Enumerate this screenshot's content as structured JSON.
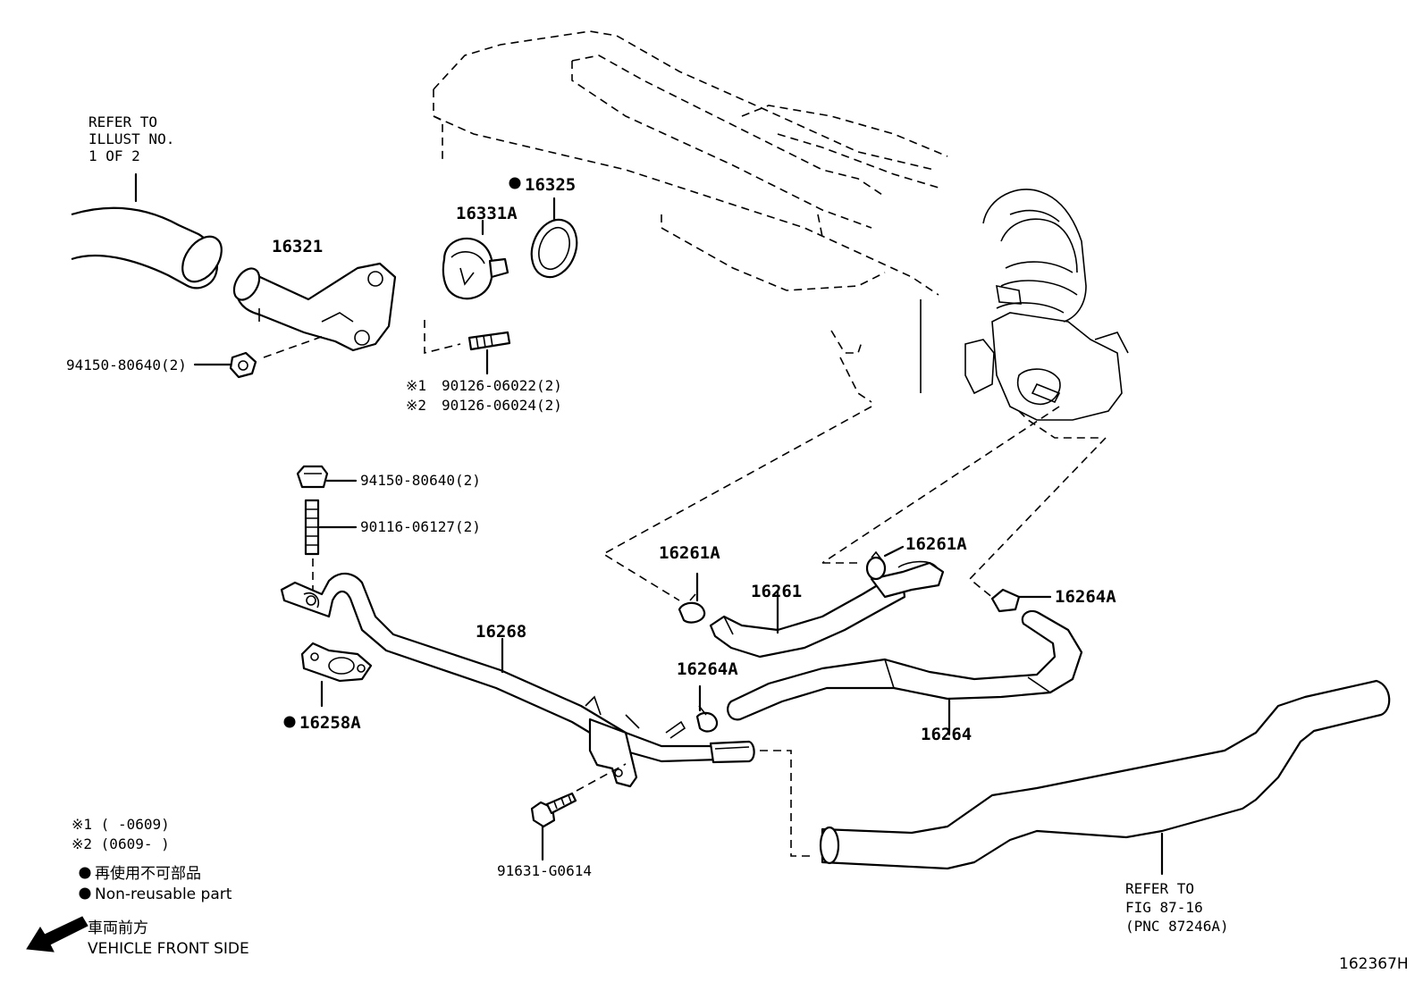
{
  "labels": {
    "refer_illust": [
      "REFER TO",
      "ILLUST NO.",
      "1 OF 2"
    ],
    "p16321": "16321",
    "p16325": "16325",
    "p16331a": "16331A",
    "p94150_top": "94150-80640(2)",
    "p90126_1": "90126-06022(2)",
    "p90126_2": "90126-06024(2)",
    "mark1": "※1",
    "mark2": "※2",
    "p94150_mid": "94150-80640(2)",
    "p90116": "90116-06127(2)",
    "p16261a_left": "16261A",
    "p16261a_right": "16261A",
    "p16261": "16261",
    "p16264a_right": "16264A",
    "p16264a_left": "16264A",
    "p16268": "16268",
    "p16258a": "16258A",
    "p16264": "16264",
    "p91631": "91631-G0614",
    "refer_fig": [
      "REFER TO",
      "FIG 87-16",
      "(PNC 87246A)"
    ]
  },
  "legend": {
    "note1": "※1 (       -0609)",
    "note2": "※2 (0609-       )",
    "nonreusable_ja": "再使用不可部品",
    "nonreusable_en": "Non-reusable part",
    "front_ja": "車両前方",
    "front_en": "VEHICLE FRONT SIDE"
  },
  "diagram_id": "162367H"
}
